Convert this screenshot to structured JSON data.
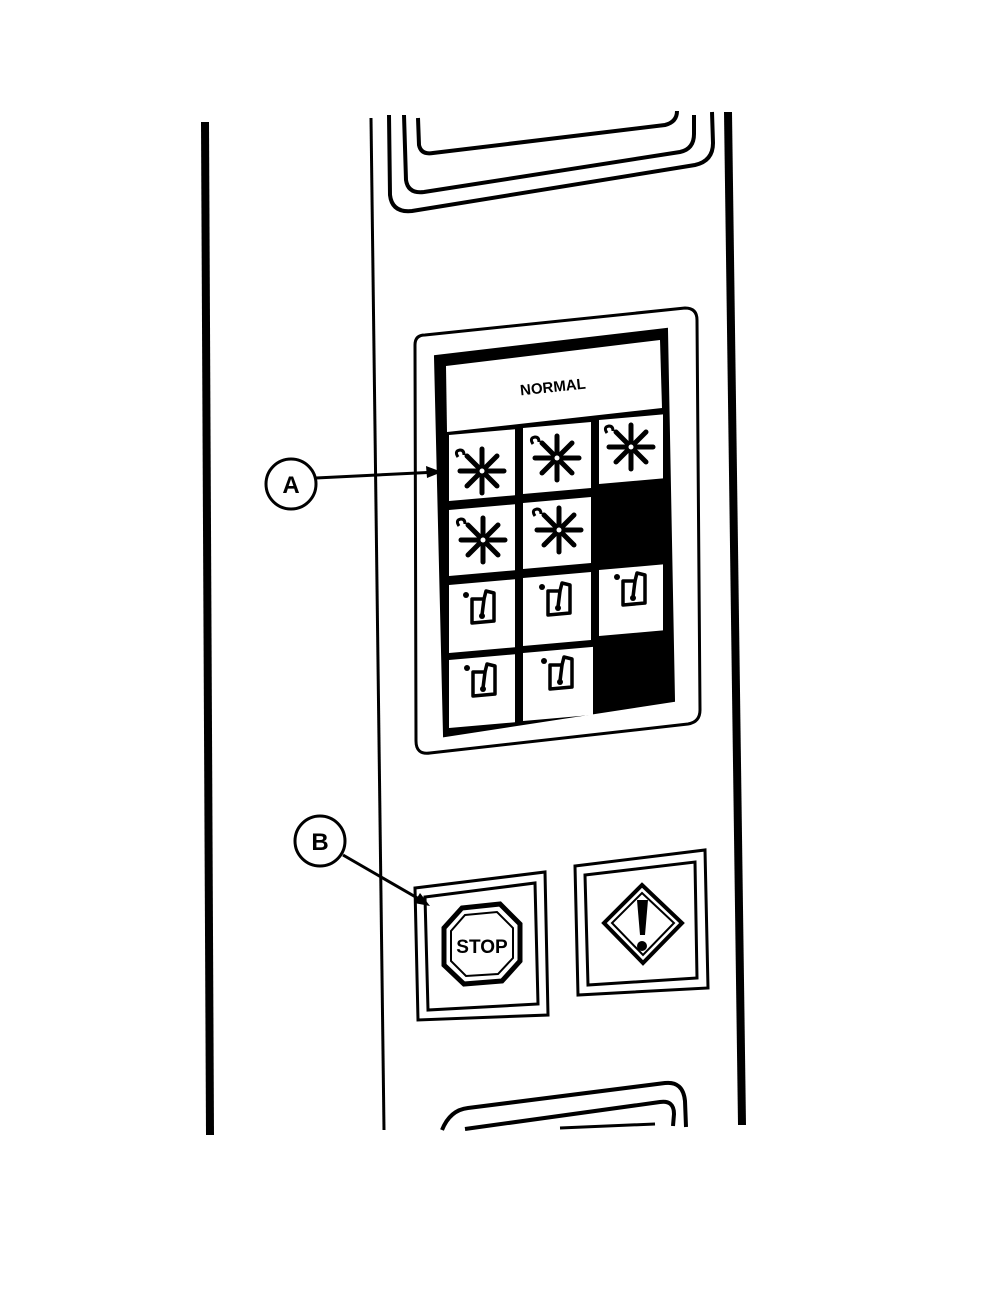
{
  "diagram": {
    "type": "control-panel-illustration",
    "display": {
      "header_text": "NORMAL",
      "grid_rows": 4,
      "grid_cols": 3,
      "cells": [
        {
          "row": 0,
          "col": 0,
          "icon": "sprinkler-star-icon"
        },
        {
          "row": 0,
          "col": 1,
          "icon": "sprinkler-star-icon"
        },
        {
          "row": 0,
          "col": 2,
          "icon": "sprinkler-star-icon"
        },
        {
          "row": 1,
          "col": 0,
          "icon": "sprinkler-star-icon"
        },
        {
          "row": 1,
          "col": 1,
          "icon": "sprinkler-star-icon"
        },
        {
          "row": 1,
          "col": 2,
          "icon": "blank-filled"
        },
        {
          "row": 2,
          "col": 0,
          "icon": "valve-box-icon"
        },
        {
          "row": 2,
          "col": 1,
          "icon": "valve-box-icon"
        },
        {
          "row": 2,
          "col": 2,
          "icon": "valve-box-icon"
        },
        {
          "row": 3,
          "col": 0,
          "icon": "valve-box-icon"
        },
        {
          "row": 3,
          "col": 1,
          "icon": "valve-box-icon"
        },
        {
          "row": 3,
          "col": 2,
          "icon": "blank-filled"
        }
      ]
    },
    "buttons": {
      "stop_label": "STOP",
      "warning_icon": "exclamation-diamond-icon"
    },
    "callouts": [
      {
        "label": "A",
        "target": "display-cell-top-left"
      },
      {
        "label": "B",
        "target": "stop-button"
      }
    ]
  }
}
